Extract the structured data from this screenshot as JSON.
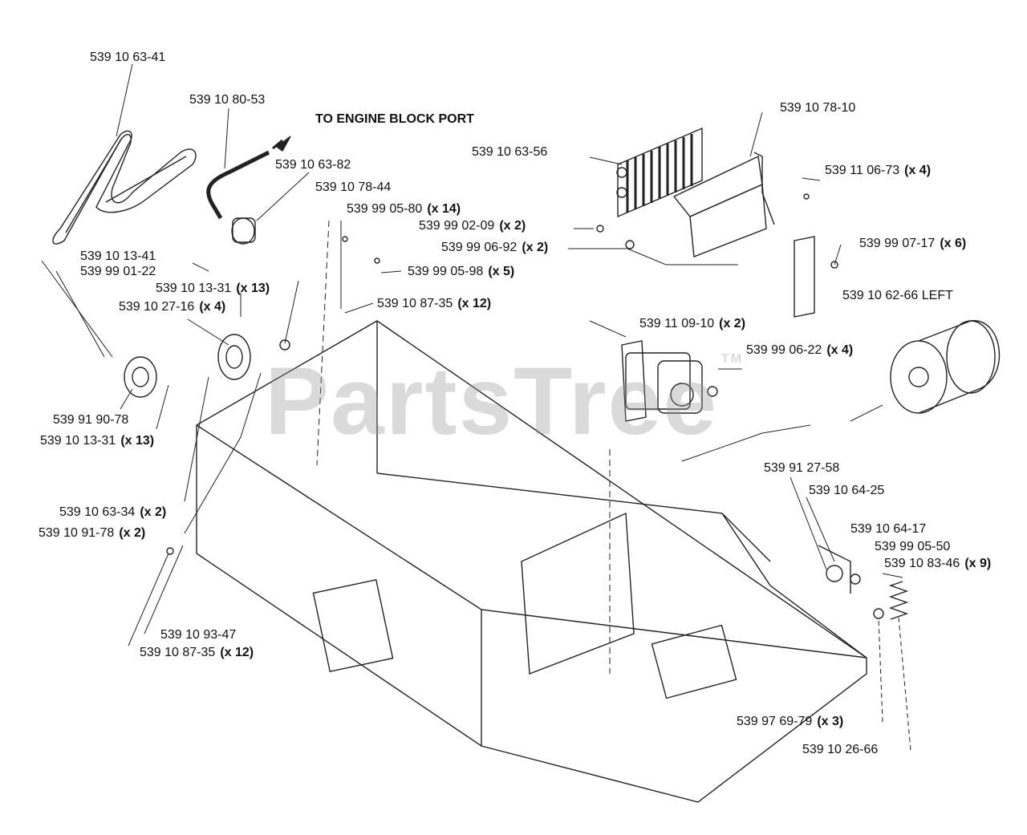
{
  "watermark": "PartsTree",
  "watermark_mark": "TM",
  "note": "TO ENGINE BLOCK PORT",
  "labels": [
    {
      "id": "p1",
      "part": "539 10 63-41",
      "qty": ""
    },
    {
      "id": "p2",
      "part": "539 10 80-53",
      "qty": ""
    },
    {
      "id": "p3",
      "part": "539 10 63-82",
      "qty": ""
    },
    {
      "id": "p4",
      "part": "539 10 78-44",
      "qty": ""
    },
    {
      "id": "p5",
      "part": "539 10 63-56",
      "qty": ""
    },
    {
      "id": "p6",
      "part": "539 10 78-10",
      "qty": ""
    },
    {
      "id": "p7",
      "part": "539 11 06-73",
      "qty": "(x 4)"
    },
    {
      "id": "p8",
      "part": "539 99 05-80",
      "qty": "(x 14)"
    },
    {
      "id": "p9",
      "part": "539 99 02-09",
      "qty": "(x 2)"
    },
    {
      "id": "p10",
      "part": "539 99 06-92",
      "qty": "(x 2)"
    },
    {
      "id": "p11",
      "part": "539 99 07-17",
      "qty": "(x 6)"
    },
    {
      "id": "p12",
      "part": "539 10 13-41",
      "qty": ""
    },
    {
      "id": "p13",
      "part": "539 99 01-22",
      "qty": ""
    },
    {
      "id": "p14",
      "part": "539 99 05-98",
      "qty": "(x 5)"
    },
    {
      "id": "p15",
      "part": "539 10 13-31",
      "qty": "(x 13)"
    },
    {
      "id": "p16",
      "part": "539 10 27-16",
      "qty": "(x 4)"
    },
    {
      "id": "p17",
      "part": "539 10 87-35",
      "qty": "(x 12)"
    },
    {
      "id": "p18",
      "part": "539 10 62-66 LEFT",
      "qty": ""
    },
    {
      "id": "p19",
      "part": "539 11 09-10",
      "qty": "(x 2)"
    },
    {
      "id": "p20",
      "part": "539 99 06-22",
      "qty": "(x 4)"
    },
    {
      "id": "p21",
      "part": "539 91 90-78",
      "qty": ""
    },
    {
      "id": "p22",
      "part": "539 10 13-31",
      "qty": "(x 13)"
    },
    {
      "id": "p23",
      "part": "539 91 27-58",
      "qty": ""
    },
    {
      "id": "p24",
      "part": "539 10 64-25",
      "qty": ""
    },
    {
      "id": "p25",
      "part": "539 10 63-34",
      "qty": "(x 2)"
    },
    {
      "id": "p26",
      "part": "539 10 64-17",
      "qty": ""
    },
    {
      "id": "p27",
      "part": "539 10 91-78",
      "qty": "(x 2)"
    },
    {
      "id": "p28",
      "part": "539 99 05-50",
      "qty": ""
    },
    {
      "id": "p29",
      "part": "539 10 83-46",
      "qty": "(x 9)"
    },
    {
      "id": "p30",
      "part": "539 10 93-47",
      "qty": ""
    },
    {
      "id": "p31",
      "part": "539 10 87-35",
      "qty": "(x 12)"
    },
    {
      "id": "p32",
      "part": "539 97 69-79",
      "qty": "(x 3)"
    },
    {
      "id": "p33",
      "part": "539 10 26-66",
      "qty": ""
    }
  ]
}
